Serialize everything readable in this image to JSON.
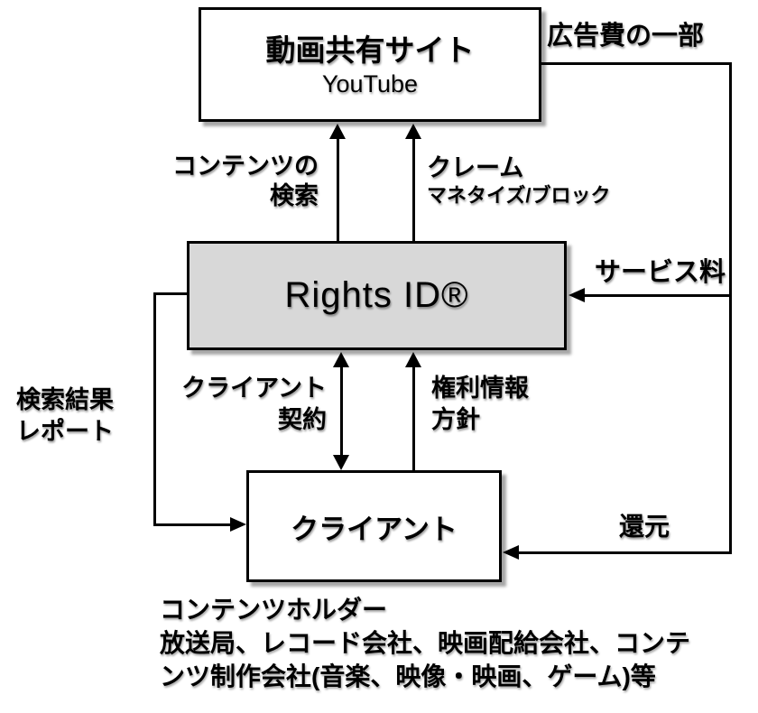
{
  "diagram": {
    "boxes": {
      "youtube": {
        "title": "動画共有サイト",
        "subtitle": "YouTube"
      },
      "rights_id": {
        "title": "Rights ID®"
      },
      "client": {
        "title": "クライアント"
      }
    },
    "labels": {
      "ad_fee": "広告費の一部",
      "content_search_line1": "コンテンツの",
      "content_search_line2": "検索",
      "claim": "クレーム",
      "claim_sub": "マネタイズ/ブロック",
      "service_fee": "サービス料",
      "search_report_line1": "検索結果",
      "search_report_line2": "レポート",
      "client_contract_line1": "クライアント",
      "client_contract_line2": "契約",
      "rights_info_line1": "権利情報",
      "rights_info_line2": "方針",
      "return_fee": "還元",
      "footnote_line1": "コンテンツホルダー",
      "footnote_line2": "放送局、レコード会社、映画配給会社、コンテ",
      "footnote_line3": "ンツ制作会社(音楽、映像・映画、ゲーム)等"
    },
    "colors": {
      "background": "#ffffff",
      "line": "#000000",
      "gray_box_fill": "#d8d8d8"
    }
  }
}
